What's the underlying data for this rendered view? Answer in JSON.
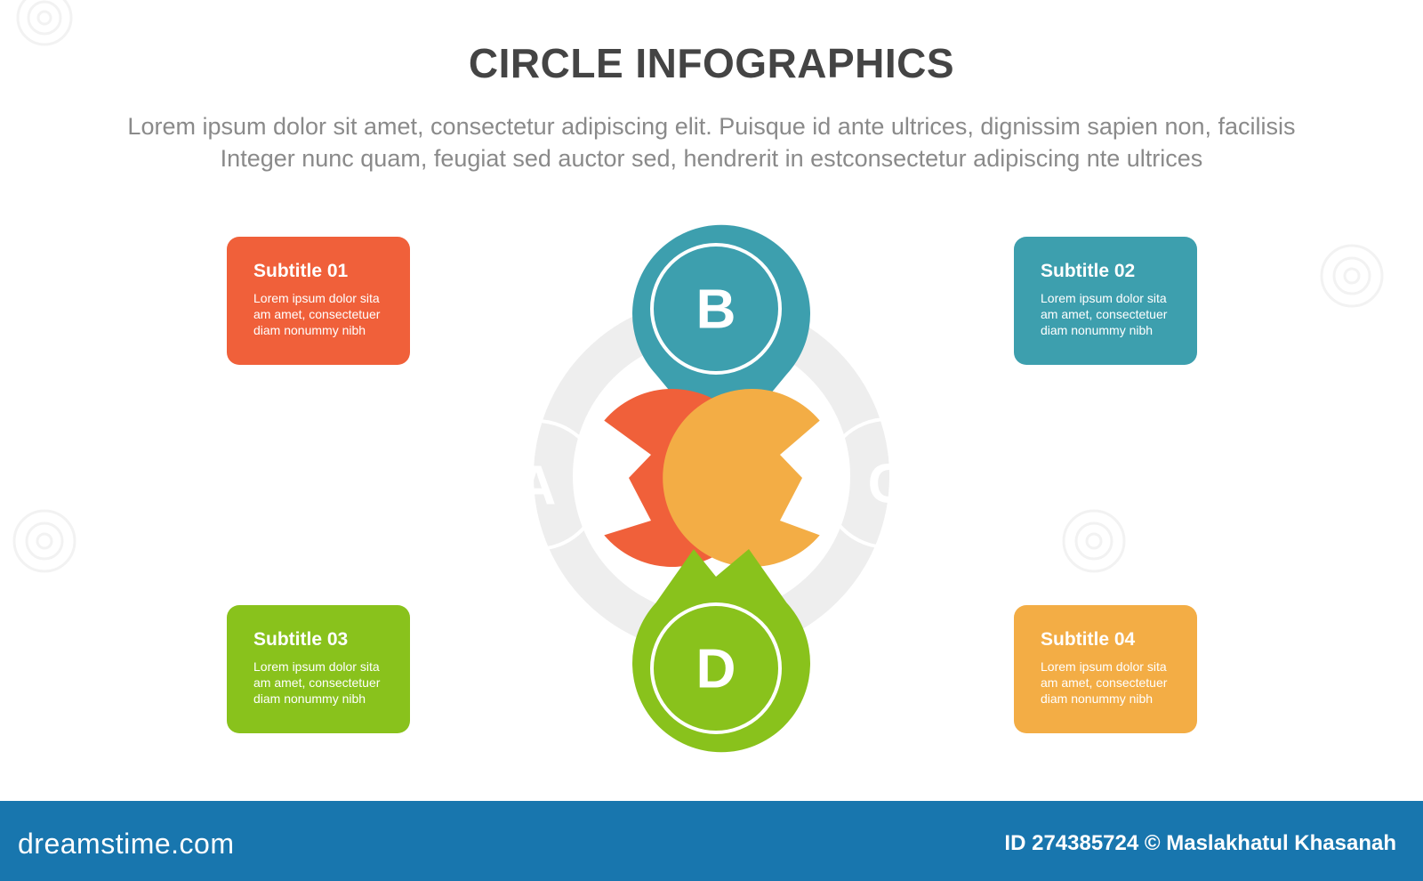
{
  "header": {
    "title": "CIRCLE INFOGRAPHICS",
    "description_lines": [
      "Lorem ipsum dolor sit amet, consectetur adipiscing elit. Puisque id ante ultrices, dignissim sapien non, facilisis",
      "Integer nunc quam, feugiat sed auctor sed, hendrerit in estconsectetur adipiscing nte ultrices"
    ]
  },
  "colors": {
    "red": "#f0603a",
    "teal": "#3d9fae",
    "orange": "#f3ad45",
    "green": "#89c21c",
    "ring": "#eeeeee"
  },
  "nodes": [
    {
      "letter": "A",
      "color": "red"
    },
    {
      "letter": "B",
      "color": "teal"
    },
    {
      "letter": "C",
      "color": "orange"
    },
    {
      "letter": "D",
      "color": "green"
    }
  ],
  "cards": [
    {
      "title": "Subtitle 01",
      "lines": [
        "Lorem ipsum dolor sita",
        "am amet, consectetuer",
        "diam nonummy  nibh"
      ],
      "color": "red"
    },
    {
      "title": "Subtitle 02",
      "lines": [
        "Lorem ipsum dolor sita",
        "am amet, consectetuer",
        "diam nonummy  nibh"
      ],
      "color": "teal"
    },
    {
      "title": "Subtitle 03",
      "lines": [
        "Lorem ipsum dolor sita",
        "am amet, consectetuer",
        "diam nonummy  nibh"
      ],
      "color": "green"
    },
    {
      "title": "Subtitle 04",
      "lines": [
        "Lorem ipsum dolor sita",
        "am amet, consectetuer",
        "diam nonummy  nibh"
      ],
      "color": "orange"
    }
  ],
  "footer": {
    "logo_text": "dreamstime.com",
    "credit": "ID 274385724 © Maslakhatul Khasanah"
  }
}
